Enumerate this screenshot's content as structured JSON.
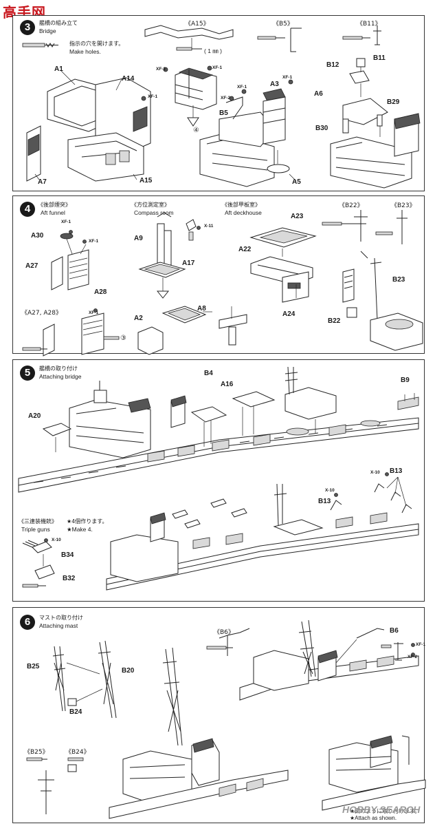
{
  "watermark": "高手网",
  "step3": {
    "number": "3",
    "title_jp": "艦橋の組み立て",
    "title_en": "Bridge",
    "note_jp": "指示の穴を開けます。",
    "note_en": "Make holes.",
    "drill_size": "( 1 ㎜ )",
    "sub_a15": "《A15》",
    "sub_b5": "《B5》",
    "sub_b11": "《B11》",
    "arrow_num": "④",
    "labels": {
      "a1": "A1",
      "a14": "A14",
      "a7": "A7",
      "a15": "A15",
      "a3": "A3",
      "b5": "B5",
      "a5": "A5",
      "b11": "B11",
      "b12": "B12",
      "a6": "A6",
      "b29": "B29",
      "b30": "B30"
    },
    "xf": {
      "xf1": "XF-1",
      "xf2": "XF-2"
    }
  },
  "step4": {
    "number": "4",
    "aft_funnel_jp": "《後部煙突》",
    "aft_funnel_en": "Aft funnel",
    "compass_jp": "《方位測定室》",
    "compass_en": "Compass room",
    "deckhouse_jp": "《後部甲板室》",
    "deckhouse_en": "Aft deckhouse",
    "sub_b22": "《B22》",
    "sub_b23": "《B23》",
    "sub_a27_a28": "《A27, A28》",
    "arrow_num": "③",
    "labels": {
      "a30": "A30",
      "a27": "A27",
      "a28": "A28",
      "a9": "A9",
      "a17": "A17",
      "a2": "A2",
      "a8": "A8",
      "a23": "A23",
      "a22": "A22",
      "a24": "A24",
      "b23": "B23",
      "b22": "B22"
    },
    "xf": {
      "xf1": "XF-1",
      "x11": "X-11"
    }
  },
  "step5": {
    "number": "5",
    "title_jp": "艦橋の取り付け",
    "title_en": "Attaching bridge",
    "triple_jp": "《三連装機銃》",
    "triple_en": "Triple guns",
    "make_jp": "★4個作ります。",
    "make_en": "★Make 4.",
    "labels": {
      "a20": "A20",
      "b4": "B4",
      "a16": "A16",
      "b9": "B9",
      "b13a": "B13",
      "b13b": "B13",
      "b34": "B34",
      "b32": "B32"
    },
    "xf": {
      "x10a": "X-10",
      "x10b": "X-10",
      "x10c": "X-10"
    }
  },
  "step6": {
    "number": "6",
    "title_jp": "マストの取り付け",
    "title_en": "Attaching mast",
    "sub_b6": "《B6》",
    "sub_b25": "《B25》",
    "sub_b24": "《B24》",
    "labels": {
      "b6": "B6",
      "b25": "B25",
      "b20": "B20",
      "b24": "B24"
    },
    "xf": {
      "xf1": "XF-1",
      "xf2": "XF-2"
    }
  },
  "footer": {
    "note_jp": "★図のように取り付けます。",
    "note_en": "★Attach as shown.",
    "logo": "HOBBY SEARCH"
  }
}
